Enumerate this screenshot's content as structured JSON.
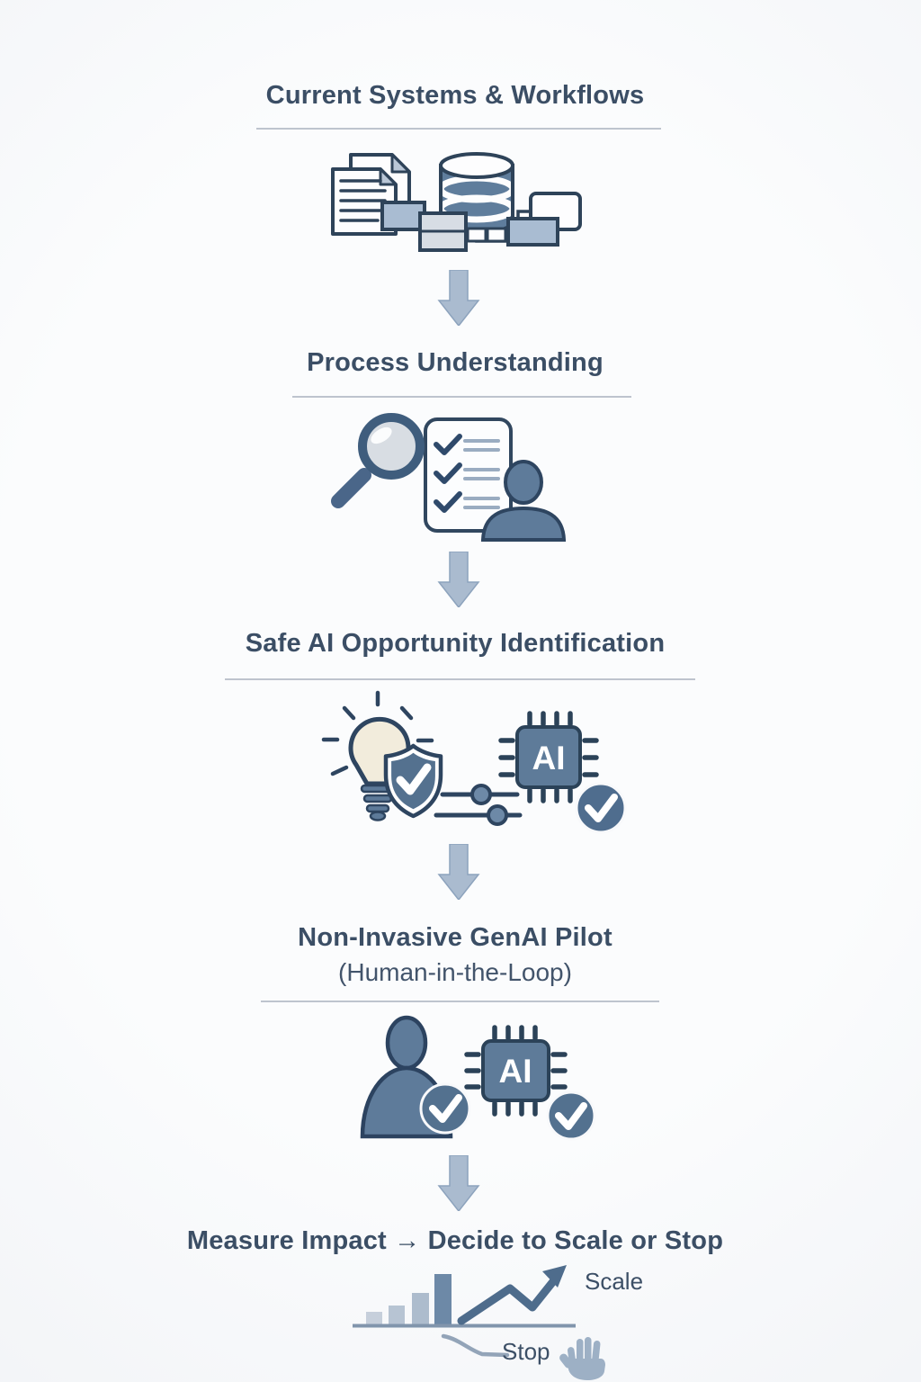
{
  "flow": {
    "steps": [
      {
        "id": "current-systems",
        "title": "Current Systems & Workflows",
        "icons": [
          "documents-icon",
          "database-icon",
          "workflow-boxes-icon"
        ]
      },
      {
        "id": "process-understanding",
        "title": "Process Understanding",
        "icons": [
          "magnifier-icon",
          "checklist-icon",
          "person-icon"
        ]
      },
      {
        "id": "safe-ai-opportunity",
        "title": "Safe AI Opportunity Identification",
        "icons": [
          "lightbulb-icon",
          "shield-check-icon",
          "sliders-icon",
          "ai-chip-icon",
          "check-circle-icon"
        ]
      },
      {
        "id": "genai-pilot",
        "title": "Non-Invasive GenAI Pilot",
        "subtitle": "(Human-in-the-Loop)",
        "icons": [
          "person-icon",
          "check-circle-icon",
          "ai-chip-icon"
        ]
      },
      {
        "id": "measure-impact",
        "title": "Measure Impact → Decide to Scale or Stop",
        "icons": [
          "bar-chart-icon",
          "growth-arrow-icon",
          "decline-curve-icon",
          "stop-hand-icon"
        ]
      }
    ],
    "outcomes": {
      "scale": "Scale",
      "stop": "Stop"
    },
    "chip_label": "AI",
    "connector": "down-arrow",
    "colors": {
      "title_text": "#3b4e65",
      "divider": "#b3bac5",
      "arrow_fill": "#aabbcf",
      "icon_outline": "#2e4359",
      "icon_fill_medium": "#5e7b9a",
      "icon_fill_dark": "#4f6d8e",
      "icon_fill_light": "#b7c4d3",
      "bulb_fill": "#f2ecdc",
      "hand_fill": "#9db0c5",
      "background": "#f9fafc"
    }
  }
}
